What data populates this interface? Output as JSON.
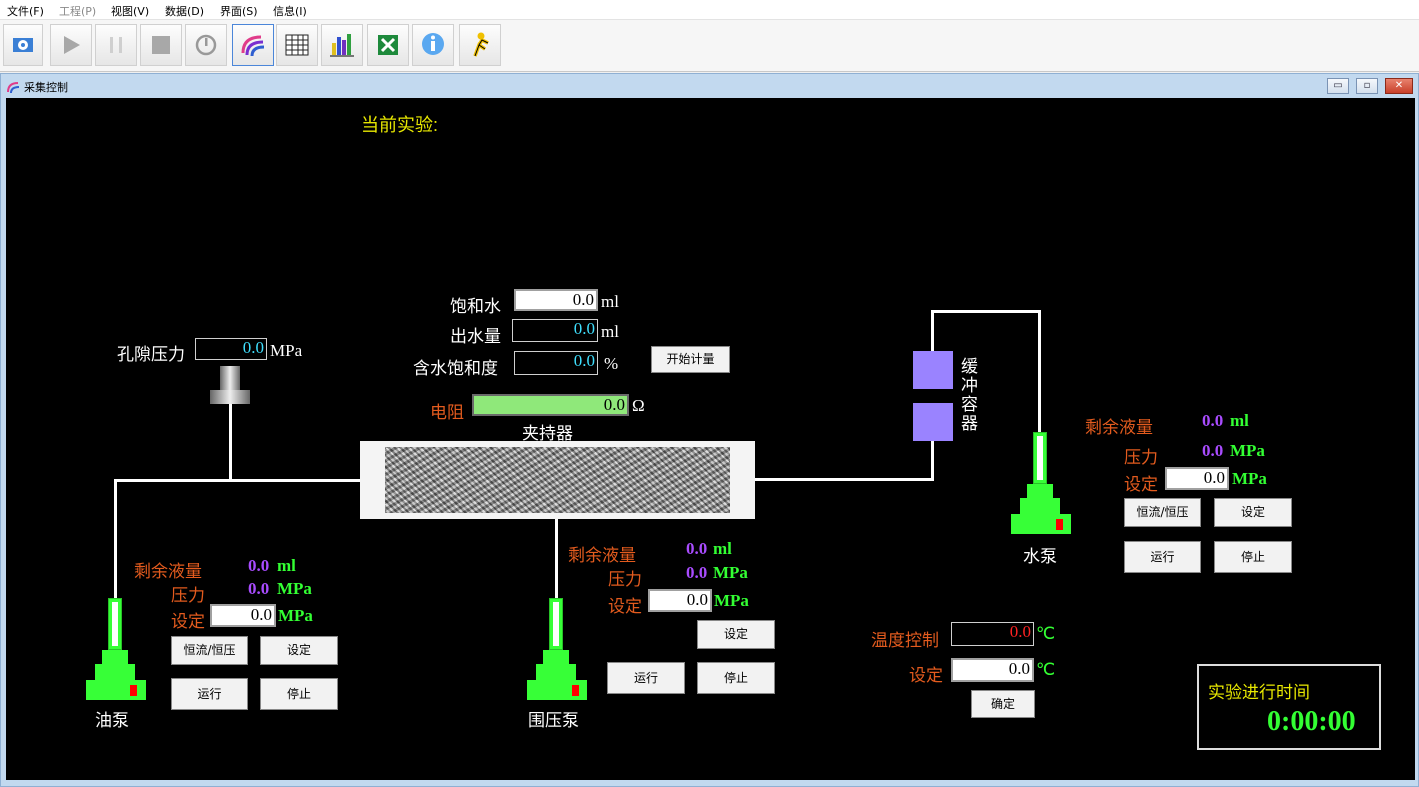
{
  "menu": [
    "文件(F)",
    "工程(P)",
    "视图(V)",
    "数据(D)",
    "界面(S)",
    "信息(I)"
  ],
  "toolbar": [
    "settings-icon",
    "play-icon",
    "pause-icon",
    "stop-icon",
    "power-icon",
    "acquisition-icon",
    "table-icon",
    "chart-icon",
    "excel-icon",
    "info-icon",
    "user-icon"
  ],
  "window": {
    "title": "采集控制",
    "minimize": "▭",
    "restore": "▫",
    "close": "✕"
  },
  "experiment": {
    "label": "当前实验:"
  },
  "saturated_water": {
    "label": "饱和水",
    "value": "0.0",
    "unit": "ml"
  },
  "water_output": {
    "label": "出水量",
    "value": "0.0",
    "unit": "ml"
  },
  "water_saturation": {
    "label": "含水饱和度",
    "value": "0.0",
    "unit": "%"
  },
  "start_metering": "开始计量",
  "pore_pressure": {
    "label": "孔隙压力",
    "value": "0.0",
    "unit": "MPa"
  },
  "resistance": {
    "label": "电阻",
    "value": "0.0",
    "unit": "Ω"
  },
  "holder": {
    "label": "夹持器"
  },
  "buffer": {
    "label": "缓冲容器",
    "chars": [
      "缓",
      "冲",
      "容",
      "器"
    ]
  },
  "oil_pump": {
    "name": "油泵",
    "remaining_label": "剩余液量",
    "remaining_value": "0.0",
    "remaining_unit": "ml",
    "pressure_label": "压力",
    "pressure_value": "0.0",
    "pressure_unit": "MPa",
    "set_label": "设定",
    "set_value": "0.0",
    "set_unit": "MPa",
    "mode_btn": "恒流/恒压",
    "set_btn": "设定",
    "run_btn": "运行",
    "stop_btn": "停止"
  },
  "confining_pump": {
    "name": "围压泵",
    "remaining_label": "剩余液量",
    "remaining_value": "0.0",
    "remaining_unit": "ml",
    "pressure_label": "压力",
    "pressure_value": "0.0",
    "pressure_unit": "MPa",
    "set_label": "设定",
    "set_value": "0.0",
    "set_unit": "MPa",
    "set_btn": "设定",
    "run_btn": "运行",
    "stop_btn": "停止"
  },
  "water_pump": {
    "name": "水泵",
    "remaining_label": "剩余液量",
    "remaining_value": "0.0",
    "remaining_unit": "ml",
    "pressure_label": "压力",
    "pressure_value": "0.0",
    "pressure_unit": "MPa",
    "set_label": "设定",
    "set_value": "0.0",
    "set_unit": "MPa",
    "mode_btn": "恒流/恒压",
    "set_btn": "设定",
    "run_btn": "运行",
    "stop_btn": "停止"
  },
  "temperature": {
    "label": "温度控制",
    "value": "0.0",
    "unit": "℃",
    "set_label": "设定",
    "set_value": "0.0",
    "set_unit": "℃",
    "confirm_btn": "确定"
  },
  "elapsed": {
    "label": "实验进行时间",
    "value": "0:00:00"
  },
  "colors": {
    "background": "#000000",
    "label_orange": "#e35b1e",
    "value_purple": "#a94cff",
    "unit_green": "#33ff33",
    "pump_green": "#37ff37",
    "buffer_purple": "#9a83ff"
  }
}
